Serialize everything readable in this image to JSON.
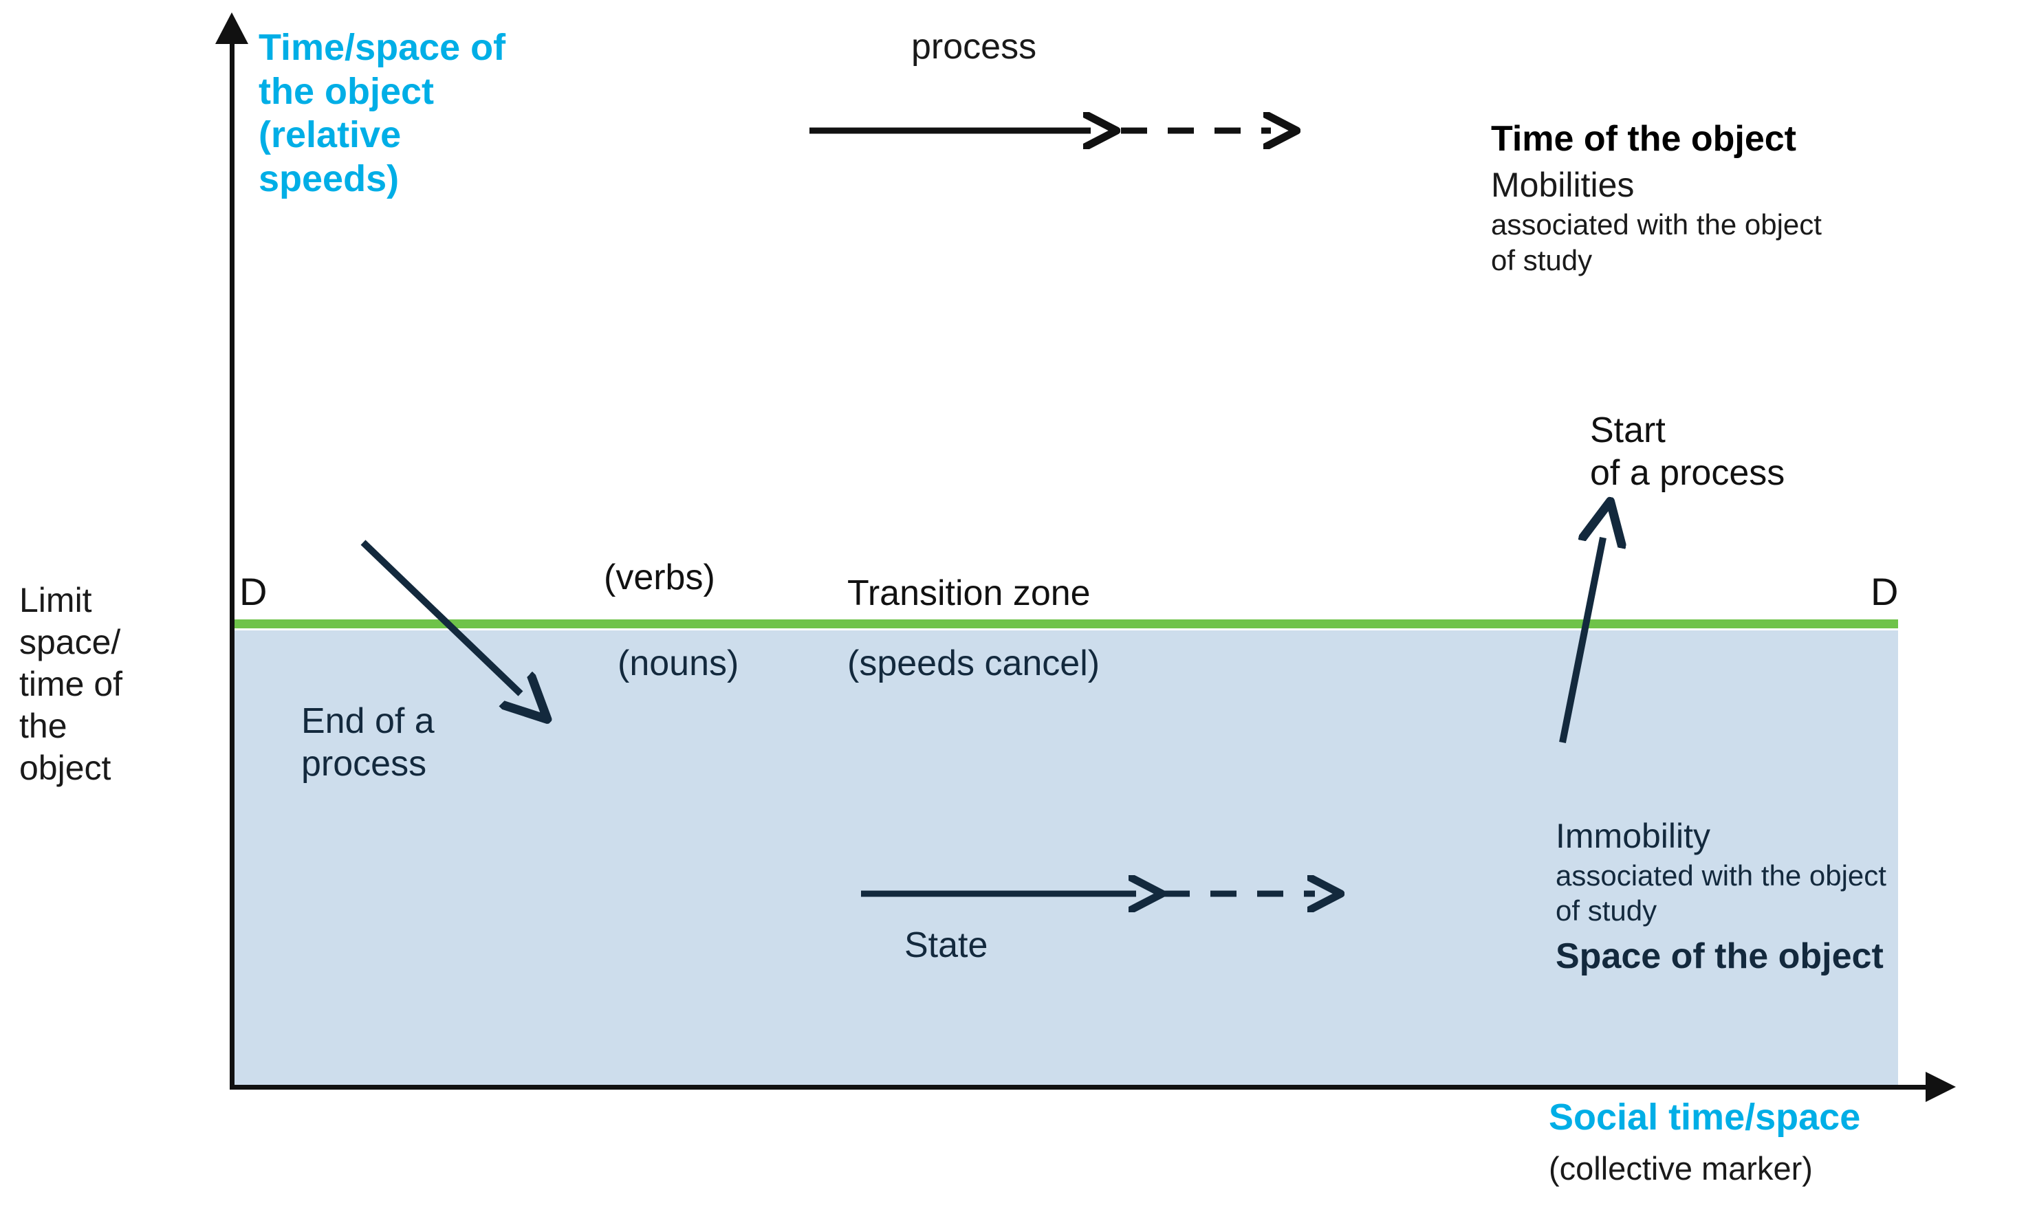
{
  "diagram": {
    "axes": {
      "y_title": "Time/space of\nthe object\n(relative\nspeeds)",
      "x_title": "Social time/space",
      "x_subtitle": "(collective marker)",
      "left_label": "Limit\nspace/\ntime of\nthe\nobject",
      "threshold_marker_left": "D",
      "threshold_marker_right": "D"
    },
    "upper_zone": {
      "process_arrow_label": "process",
      "verbs_label": "(verbs)",
      "transition_zone_label": "Transition zone",
      "time_of_object": {
        "title": "Time of the object",
        "lead": "Mobilities",
        "detail": "associated with the object\nof study"
      },
      "start_of_process_label": "Start\nof a process"
    },
    "lower_zone": {
      "state_arrow_label": "State",
      "nouns_label": "(nouns)",
      "speeds_cancel_label": "(speeds cancel)",
      "end_of_process_label": "End of a\nprocess",
      "immobility": {
        "lead": "Immobility",
        "detail": "associated with the object\nof study",
        "title": "Space of the object"
      }
    },
    "colors": {
      "accent_cyan": "#00AEE6",
      "threshold_green": "#6FC34A",
      "zone_blue": "#CDDDEC",
      "ink": "#13293D"
    }
  }
}
